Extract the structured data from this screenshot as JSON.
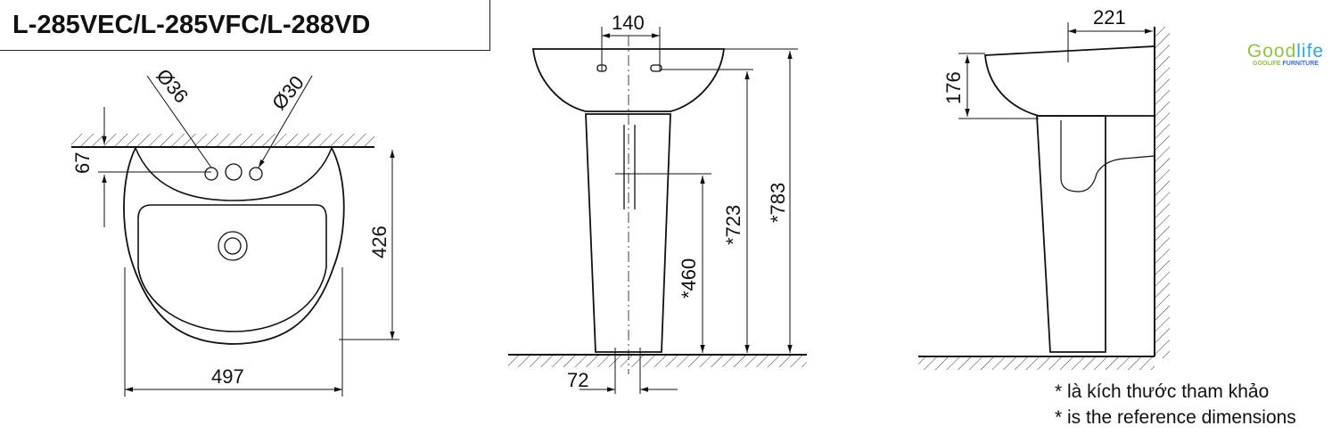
{
  "title": "L-285VEC/L-285VFC/L-288VD",
  "dimensions": {
    "top_view": {
      "hole_large": "Ø36",
      "hole_small": "Ø30",
      "offset": "67",
      "depth": "426",
      "width": "497"
    },
    "front_view": {
      "hole_spacing": "140",
      "height_total": "*783",
      "height_rim": "*723",
      "height_drain": "*460",
      "base_width": "72"
    },
    "side_view": {
      "depth_top": "221",
      "bowl_height": "176"
    }
  },
  "notes": [
    "* là kích thước tham khảo",
    "* is the reference dimensions"
  ],
  "logo": {
    "word_a": "Good",
    "word_b": "life",
    "sub_a": "GOOLIFE",
    "sub_b": "FURNITURE"
  },
  "colors": {
    "line": "#111111",
    "logo_green": "#8cc63f",
    "logo_blue": "#29a8e0"
  }
}
